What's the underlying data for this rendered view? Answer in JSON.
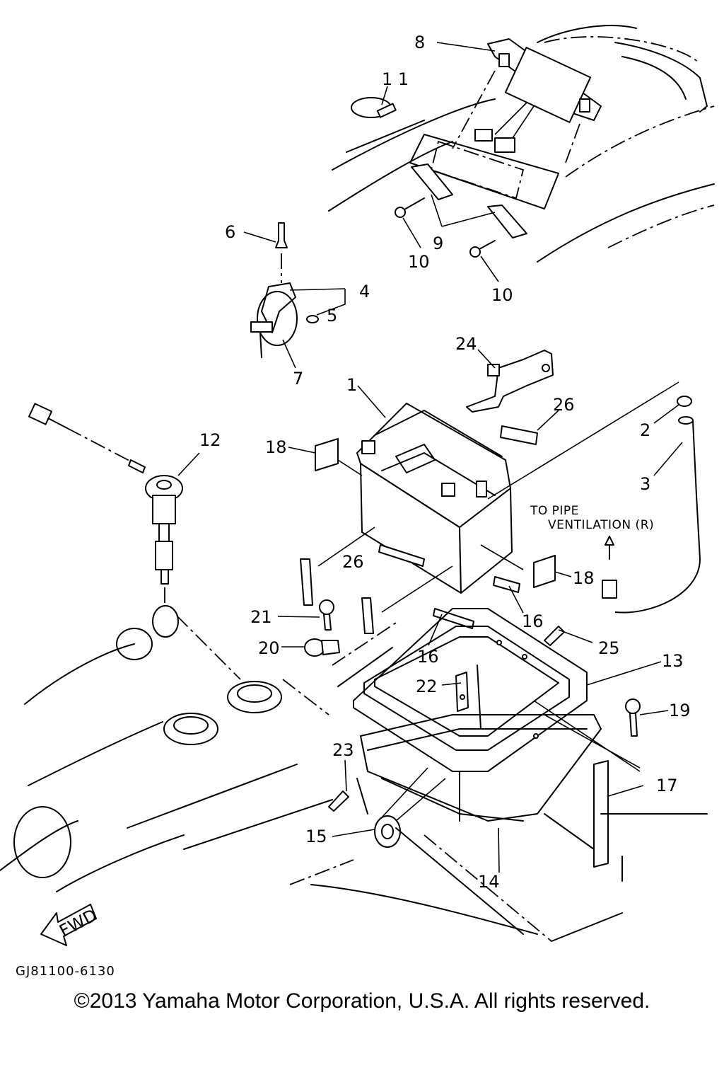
{
  "diagram": {
    "labels": {
      "l1": "1",
      "l2": "2",
      "l3": "3",
      "l4": "4",
      "l5": "5",
      "l6": "6",
      "l7": "7",
      "l8": "8",
      "l9": "9",
      "l10a": "10",
      "l10b": "10",
      "l11": "1 1",
      "l12": "12",
      "l13": "13",
      "l14": "14",
      "l15": "15",
      "l16a": "16",
      "l16b": "16",
      "l17": "17",
      "l18a": "18",
      "l18b": "18",
      "l19": "19",
      "l20": "20",
      "l21": "21",
      "l22": "22",
      "l23": "23",
      "l24": "24",
      "l25": "25",
      "l26a": "26",
      "l26b": "26"
    },
    "note_line1": "TO PIPE",
    "note_line2": "VENTILATION (R)",
    "fwd": "FWD",
    "part_code": "GJ81100-6130",
    "copyright": "©2013 Yamaha Motor Corporation, U.S.A. All rights reserved."
  }
}
